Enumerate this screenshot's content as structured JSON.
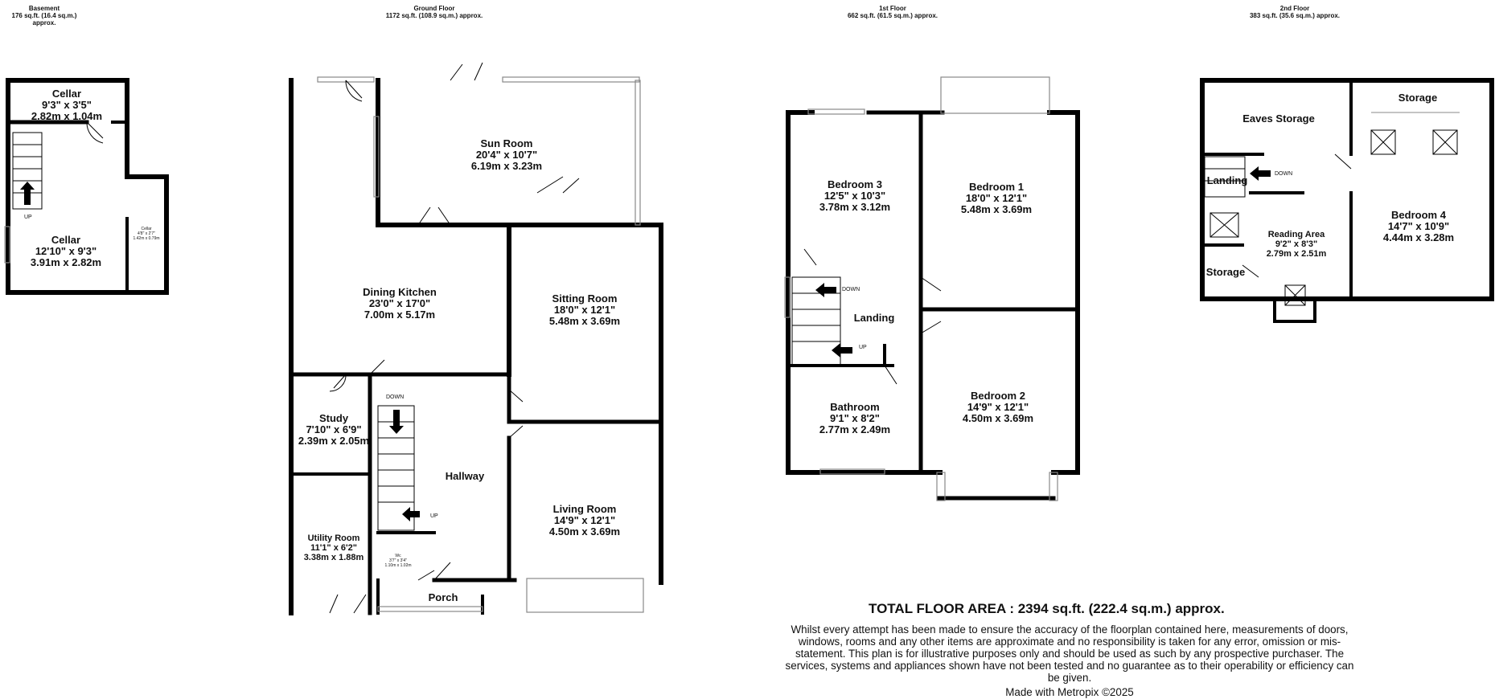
{
  "floors": {
    "basement": {
      "name": "Basement",
      "area": "176 sq.ft. (16.4 sq.m.) approx."
    },
    "ground": {
      "name": "Ground Floor",
      "area": "1172 sq.ft. (108.9 sq.m.) approx."
    },
    "first": {
      "name": "1st Floor",
      "area": "662 sq.ft. (61.5 sq.m.) approx."
    },
    "second": {
      "name": "2nd Floor",
      "area": "383 sq.ft. (35.6 sq.m.) approx."
    }
  },
  "rooms": {
    "cellar_top": {
      "name": "Cellar",
      "imperial": "9'3\"  x 3'5\"",
      "metric": "2.82m  x 1.04m"
    },
    "cellar_main": {
      "name": "Cellar",
      "imperial": "12'10\"  x 9'3\"",
      "metric": "3.91m  x 2.82m"
    },
    "cellar_small": {
      "name": "Cellar",
      "imperial": "4'8\" x 2'7\"",
      "metric": "1.42m x 0.79m"
    },
    "sun_room": {
      "name": "Sun Room",
      "imperial": "20'4\"  x 10'7\"",
      "metric": "6.19m  x 3.23m"
    },
    "dining_kitchen": {
      "name": "Dining Kitchen",
      "imperial": "23'0\"  x 17'0\"",
      "metric": "7.00m  x 5.17m"
    },
    "sitting_room": {
      "name": "Sitting Room",
      "imperial": "18'0\"  x 12'1\"",
      "metric": "5.48m  x 3.69m"
    },
    "study": {
      "name": "Study",
      "imperial": "7'10\"  x 6'9\"",
      "metric": "2.39m  x 2.05m"
    },
    "hallway": {
      "name": "Hallway"
    },
    "utility_room": {
      "name": "Utility Room",
      "imperial": "11'1\"  x 6'2\"",
      "metric": "3.38m  x 1.88m"
    },
    "living_room": {
      "name": "Living Room",
      "imperial": "14'9\"  x 12'1\"",
      "metric": "4.50m  x 3.69m"
    },
    "wc": {
      "name": "Wc",
      "imperial": "3'7\" x 3'4\"",
      "metric": "1.10m x 1.02m"
    },
    "porch": {
      "name": "Porch"
    },
    "bedroom_3": {
      "name": "Bedroom 3",
      "imperial": "12'5\"  x 10'3\"",
      "metric": "3.78m  x 3.12m"
    },
    "bedroom_1": {
      "name": "Bedroom 1",
      "imperial": "18'0\"  x 12'1\"",
      "metric": "5.48m  x 3.69m"
    },
    "landing_1": {
      "name": "Landing"
    },
    "bathroom": {
      "name": "Bathroom",
      "imperial": "9'1\"  x 8'2\"",
      "metric": "2.77m  x 2.49m"
    },
    "bedroom_2": {
      "name": "Bedroom 2",
      "imperial": "14'9\"  x 12'1\"",
      "metric": "4.50m  x 3.69m"
    },
    "storage_top": {
      "name": "Storage"
    },
    "eaves_storage": {
      "name": "Eaves Storage"
    },
    "landing_2": {
      "name": "Landing"
    },
    "bedroom_4": {
      "name": "Bedroom 4",
      "imperial": "14'7\"  x 10'9\"",
      "metric": "4.44m  x 3.28m"
    },
    "reading_area": {
      "name": "Reading Area",
      "imperial": "9'2\"  x 8'3\"",
      "metric": "2.79m  x 2.51m"
    },
    "storage_side": {
      "name": "Storage"
    }
  },
  "stair_labels": {
    "up": "UP",
    "down": "DOWN"
  },
  "footer": {
    "total": "TOTAL FLOOR AREA : 2394 sq.ft. (222.4 sq.m.) approx.",
    "disclaimer": "Whilst every attempt has been made to ensure the accuracy of the floorplan contained here, measurements of doors, windows, rooms and any other items are approximate and no responsibility is taken for any error, omission or mis-statement. This plan is for illustrative purposes only and should be used as such by any prospective purchaser. The services, systems and appliances shown have not been tested and no guarantee as to their operability or efficiency can be given.",
    "made_with": "Made with Metropix ©2025"
  },
  "colors": {
    "wall": "#000000",
    "window": "#999999",
    "background": "#ffffff"
  }
}
